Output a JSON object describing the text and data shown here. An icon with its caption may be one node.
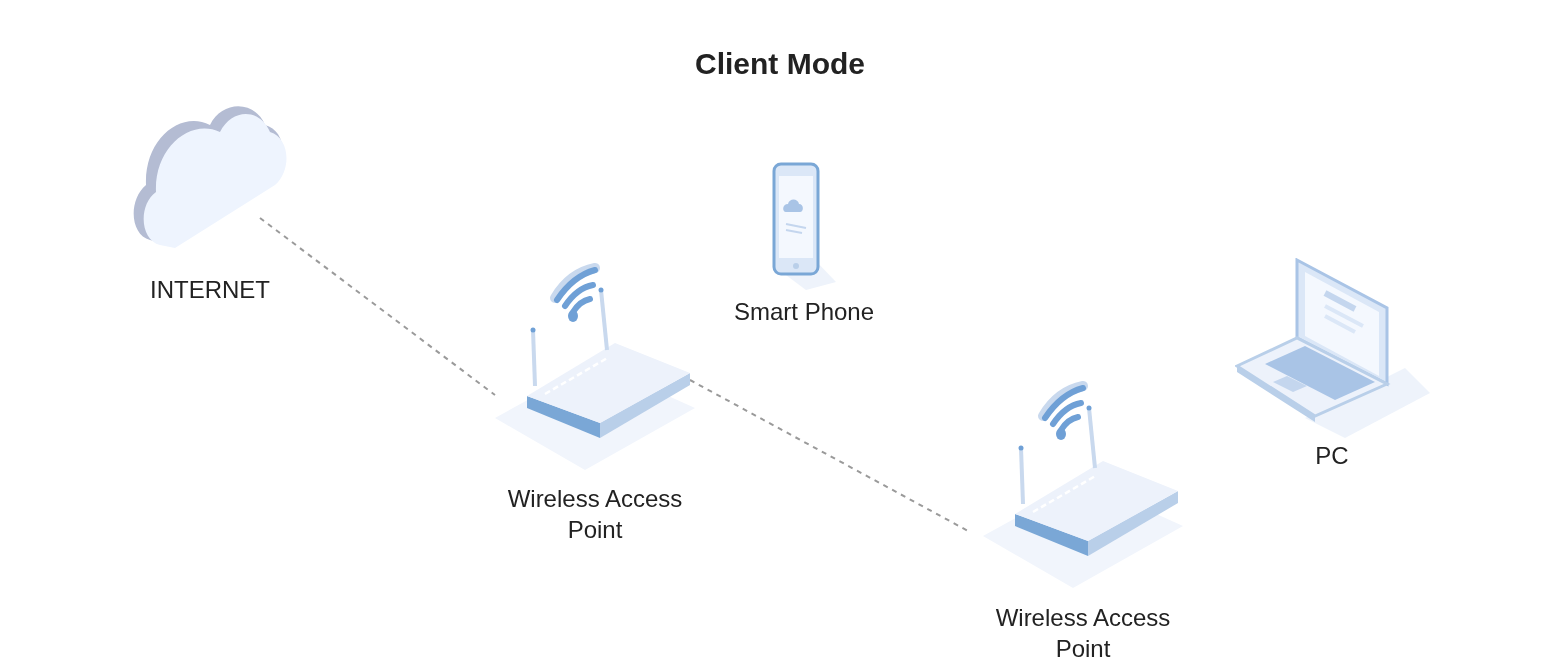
{
  "diagram": {
    "title": "Client Mode",
    "nodes": [
      {
        "text": [
          "INTERNET"
        ]
      },
      {
        "text": [
          "Wireless Access Point"
        ]
      },
      {
        "text": [
          "Smart Phone"
        ]
      },
      {
        "text": [
          "Wireless Access Point"
        ]
      },
      {
        "text": [
          "PC"
        ]
      }
    ],
    "edges": [
      {
        "from": 0,
        "to": 1,
        "arrow": "none",
        "style": "dashed"
      },
      {
        "from": 1,
        "to": 3,
        "arrow": "none",
        "style": "dashed"
      }
    ]
  }
}
